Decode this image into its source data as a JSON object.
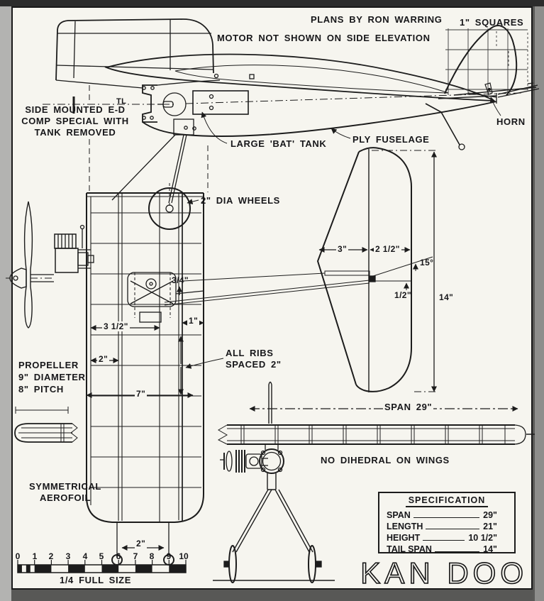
{
  "title": "KAN DOO",
  "credit": "PLANS BY RON WARRING",
  "notes": {
    "motor": "MOTOR NOT SHOWN ON SIDE ELEVATION",
    "squares": "1\" SQUARES",
    "engine_mount": [
      "SIDE MOUNTED E-D",
      "COMP SPECIAL WITH",
      "TANK REMOVED"
    ],
    "tank": "LARGE 'BAT' TANK",
    "fuselage": "PLY FUSELAGE",
    "horn": "HORN",
    "wheels": "2\" DIA WHEELS",
    "thrust_line": "TL",
    "ribs": [
      "ALL RIBS",
      "SPACED 2\""
    ],
    "no_dihedral": "NO DIHEDRAL ON WINGS",
    "propeller": [
      "PROPELLER",
      "9\" DIAMETER",
      "8\" PITCH"
    ],
    "aerofoil": [
      "SYMMETRICAL",
      "AEROFOIL"
    ],
    "span": "SPAN 29\""
  },
  "dimensions": {
    "tail_chord_front": "3\"",
    "tail_chord_rear": "2 1/2\"",
    "elevator_angle": "15°",
    "elevator_offset": "1/2\"",
    "tail_span": "14\"",
    "spar_offset": "3/4\"",
    "spar_position": "3 1/2\"",
    "te_width": "1\"",
    "rib_spacing": "2\"",
    "wing_chord": "7\"",
    "dowel_spacing": "2\""
  },
  "specification": {
    "title": "SPECIFICATION",
    "rows": [
      {
        "label": "SPAN",
        "value": "29\""
      },
      {
        "label": "LENGTH",
        "value": "21\""
      },
      {
        "label": "HEIGHT",
        "value": "10 1/2\""
      },
      {
        "label": "TAIL SPAN",
        "value": "14\""
      }
    ]
  },
  "ruler": {
    "numbers": [
      "0",
      "1",
      "2",
      "3",
      "4",
      "5",
      "6",
      "7",
      "8",
      "9",
      "10"
    ],
    "caption": "1/4 FULL SIZE"
  }
}
